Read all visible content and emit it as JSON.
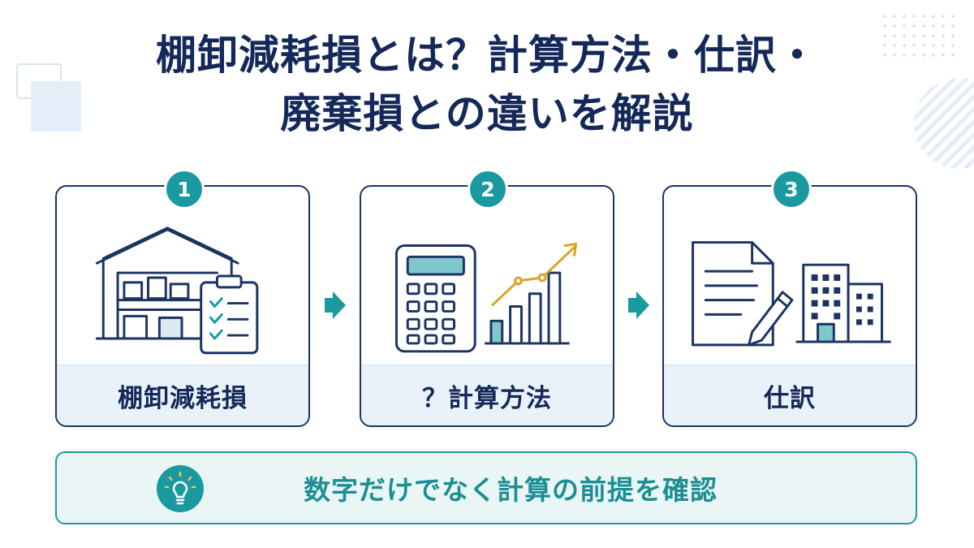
{
  "title": {
    "line1": "棚卸減耗損とは？計算方法・仕訳・",
    "line2": "廃棄損との違いを解説"
  },
  "steps": [
    {
      "number": "1",
      "label": "棚卸減耗損",
      "icon": "warehouse-checklist-icon"
    },
    {
      "number": "2",
      "label": "？計算方法",
      "icon": "calculator-chart-icon"
    },
    {
      "number": "3",
      "label": "仕訳",
      "icon": "document-building-icon"
    }
  ],
  "tip": {
    "text": "数字だけでなく計算の前提を確認",
    "icon": "lightbulb-icon"
  },
  "colors": {
    "navy": "#14285a",
    "teal": "#1a9aa0",
    "gold": "#d9a520",
    "light_blue": "#e9f2f8"
  }
}
